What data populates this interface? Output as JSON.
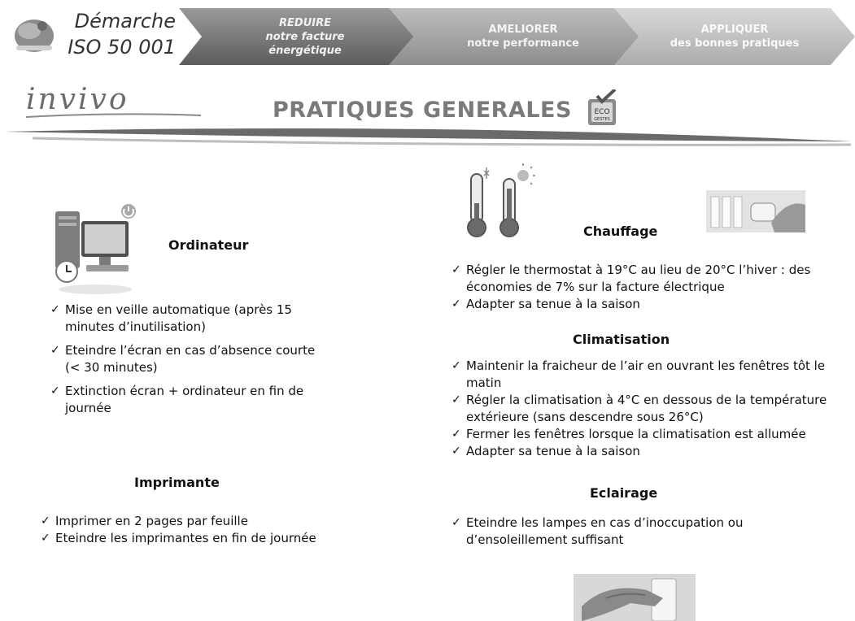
{
  "header": {
    "demarche_line1": "Démarche",
    "demarche_line2": "ISO 50 001",
    "steps": [
      {
        "title": "REDUIRE",
        "sub1": "notre facture",
        "sub2": "énergétique"
      },
      {
        "title": "AMELIORER",
        "sub1": "notre performance"
      },
      {
        "title": "APPLIQUER",
        "sub1": "des bonnes pratiques"
      }
    ],
    "logo_text": "invivo",
    "page_title": "PRATIQUES GENERALES",
    "eco_badge": {
      "line1": "ECO",
      "line2": "GESTES"
    }
  },
  "sections": {
    "ordinateur": {
      "title": "Ordinateur",
      "items": [
        "Mise en veille automatique (après 15 minutes d’inutilisation)",
        "Eteindre l’écran en cas d’absence courte (< 30 minutes)",
        "Extinction écran + ordinateur en fin de journée"
      ]
    },
    "imprimante": {
      "title": "Imprimante",
      "items": [
        "Imprimer en 2 pages par feuille",
        "Eteindre les imprimantes en fin de journée"
      ]
    },
    "chauffage": {
      "title": "Chauffage",
      "items": [
        "Régler le thermostat à 19°C au lieu de 20°C l’hiver : des économies de 7% sur la facture électrique",
        "Adapter sa tenue à la saison"
      ]
    },
    "climatisation": {
      "title": "Climatisation",
      "items": [
        "Maintenir la fraicheur de l’air en ouvrant les fenêtres tôt le matin",
        "Régler la climatisation à 4°C en dessous de la température extérieure (sans descendre sous 26°C)",
        "Fermer les fenêtres lorsque la climatisation est allumée",
        "Adapter sa tenue à la saison"
      ]
    },
    "eclairage": {
      "title": "Eclairage",
      "items": [
        "Eteindre les lampes en cas d’inoccupation ou d’ensoleillement suffisant"
      ]
    }
  },
  "icons": {
    "globe": "globe-icon",
    "computer": "computer-icon",
    "thermometers": "thermometer-icon",
    "radiator": "radiator-valve-icon",
    "switch": "light-switch-icon"
  }
}
